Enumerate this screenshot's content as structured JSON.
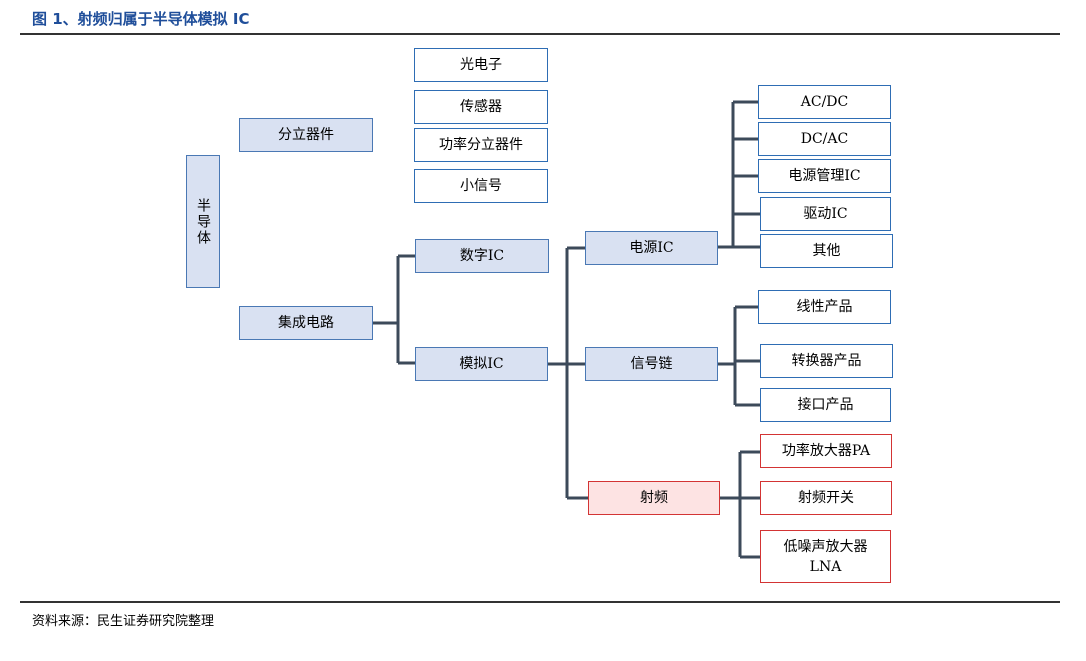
{
  "figure_title": "图 1、射频归属于半导体模拟 IC",
  "source": "资料来源：民生证券研究院整理",
  "nodes": {
    "semiconductor": "半导体",
    "discrete": "分立器件",
    "optoelectronic": "光电子",
    "sensor": "传感器",
    "power_discrete": "功率分立器件",
    "small_signal": "小信号",
    "ic": "集成电路",
    "digital_ic": "数字IC",
    "analog_ic": "模拟IC",
    "power_ic": "电源IC",
    "signal_chain": "信号链",
    "rf": "射频",
    "ac_dc": "AC/DC",
    "dc_ac": "DC/AC",
    "pmic": "电源管理IC",
    "driver_ic": "驱动IC",
    "other": "其他",
    "linear": "线性产品",
    "converter": "转换器产品",
    "interface": "接口产品",
    "pa": "功率放大器PA",
    "rf_switch": "射频开关",
    "lna_line1": "低噪声放大器",
    "lna_line2": "LNA"
  }
}
